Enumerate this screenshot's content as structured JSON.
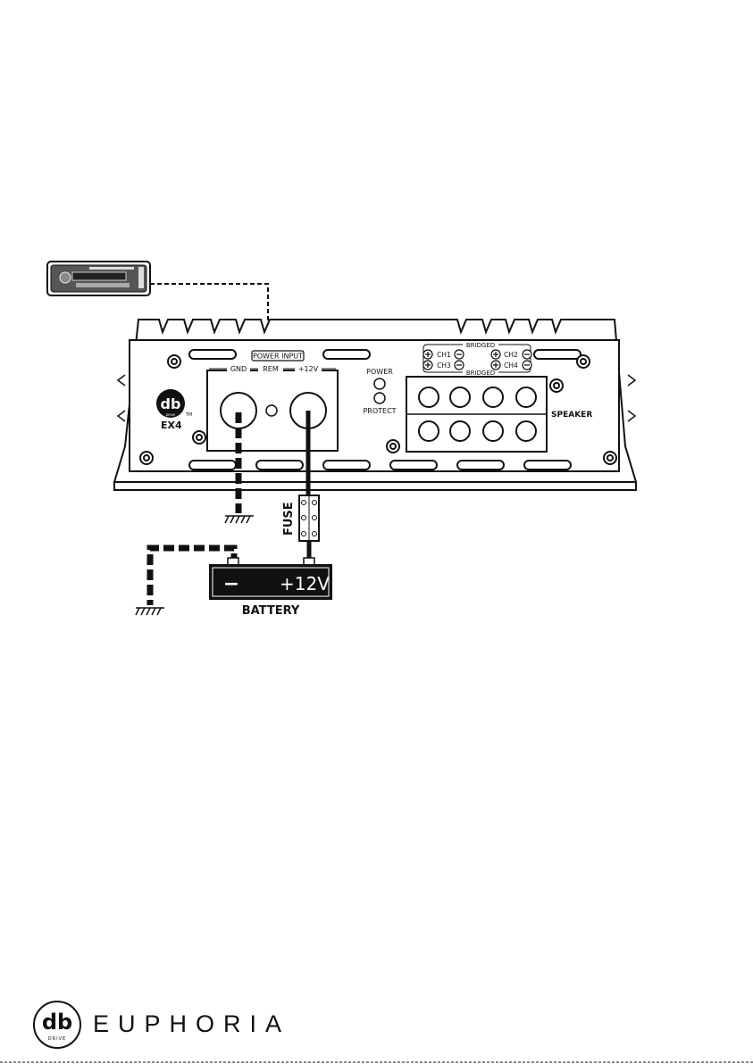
{
  "amplifier": {
    "power_input_label": "POWER INPUT",
    "gnd_label": "GND",
    "rem_label": "REM",
    "plus12v_label": "+12V",
    "power_led_label": "POWER",
    "protect_led_label": "PROTECT",
    "bridged_top_label": "BRIDGED",
    "bridged_bottom_label": "BRIDGED",
    "ch1_label": "CH1",
    "ch2_label": "CH2",
    "ch3_label": "CH3",
    "ch4_label": "CH4",
    "speaker_label": "SPEAKER",
    "logo_text": "db",
    "logo_sub": "DRIVE",
    "tm": "TM",
    "model": "EX4"
  },
  "wiring": {
    "fuse_label": "FUSE",
    "battery_minus": "−",
    "battery_plus": "+12V",
    "battery_label": "BATTERY"
  },
  "footer": {
    "logo_text": "db",
    "logo_sub": "DRIVE",
    "brand": "EUPHORIA"
  }
}
